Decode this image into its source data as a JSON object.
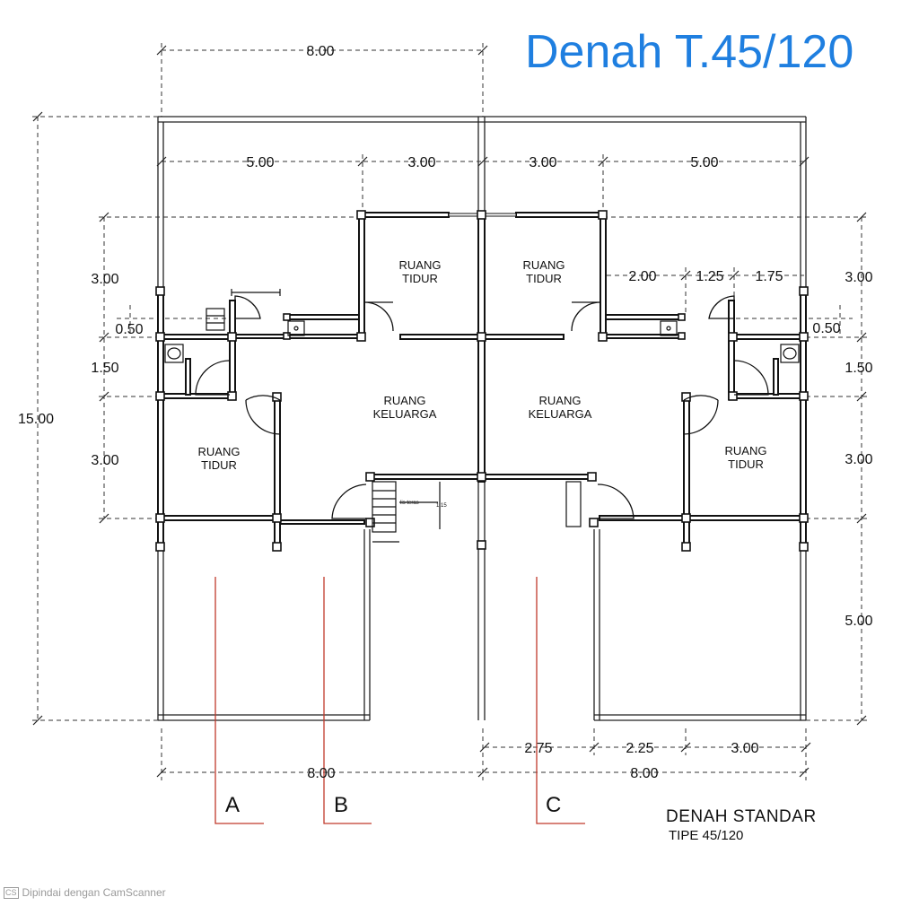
{
  "title": "Denah T.45/120",
  "caption": {
    "line1": "DENAH STANDAR",
    "line2": "TIPE 45/120"
  },
  "footer": "Dipindai dengan CamScanner",
  "footer_logo": "CS",
  "rooms": {
    "tidur_top_left": [
      "RUANG",
      "TIDUR"
    ],
    "tidur_top_right": [
      "RUANG",
      "TIDUR"
    ],
    "keluarga_left": [
      "RUANG",
      "KELUARGA"
    ],
    "keluarga_right": [
      "RUANG",
      "KELUARGA"
    ],
    "tidur_left": [
      "RUANG",
      "TIDUR"
    ],
    "tidur_right": [
      "RUANG",
      "TIDUR"
    ]
  },
  "dimensions": {
    "top_total": "8.00",
    "top_5_left": "5.00",
    "top_3_left": "3.00",
    "top_3_right": "3.00",
    "top_5_right": "5.00",
    "right_a": "2.00",
    "right_b": "1.25",
    "right_c": "1.75",
    "height_total": "15.00",
    "left_3_top": "3.00",
    "left_050": "0.50",
    "left_150": "1.50",
    "left_3_bottom": "3.00",
    "right_3_top": "3.00",
    "right_050": "0.50",
    "right_150": "1.50",
    "right_3_bottom": "3.00",
    "right_5": "5.00",
    "bottom_275": "2.75",
    "bottom_225": "2.25",
    "bottom_300": "3.00",
    "bottom_8_left": "8.00",
    "bottom_8_right": "8.00"
  },
  "small_notes": {
    "teras": "lis teras",
    "note_115": "1.15"
  },
  "sections": [
    "A",
    "B",
    "C"
  ],
  "colors": {
    "title": "#1f7fe0",
    "section_line": "#c0392b",
    "ink": "#111111"
  }
}
